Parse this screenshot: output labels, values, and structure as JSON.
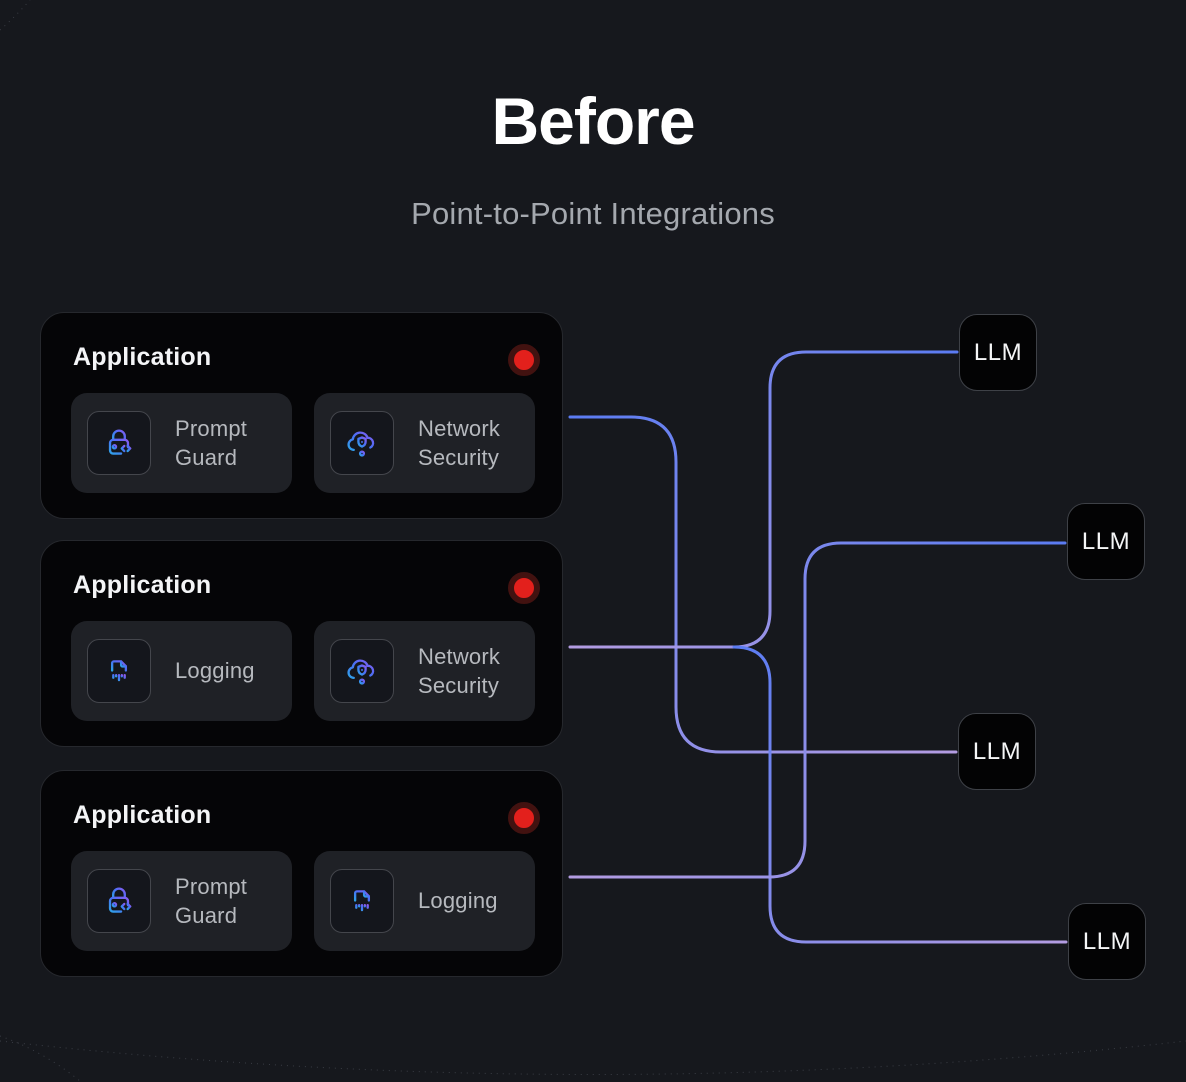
{
  "header": {
    "title": "Before",
    "subtitle": "Point-to-Point Integrations"
  },
  "cards": [
    {
      "title": "Application",
      "status_color": "#e3201c",
      "services": [
        {
          "icon": "prompt-guard-icon",
          "label": "Prompt Guard"
        },
        {
          "icon": "network-security-icon",
          "label": "Network Security"
        }
      ]
    },
    {
      "title": "Application",
      "status_color": "#e3201c",
      "services": [
        {
          "icon": "logging-icon",
          "label": "Logging"
        },
        {
          "icon": "network-security-icon",
          "label": "Network Security"
        }
      ]
    },
    {
      "title": "Application",
      "status_color": "#e3201c",
      "services": [
        {
          "icon": "prompt-guard-icon",
          "label": "Prompt Guard"
        },
        {
          "icon": "logging-icon",
          "label": "Logging"
        }
      ]
    }
  ],
  "llms": [
    {
      "label": "LLM"
    },
    {
      "label": "LLM"
    },
    {
      "label": "LLM"
    },
    {
      "label": "LLM"
    }
  ],
  "connections": [
    {
      "from": "application-1",
      "to": "llm-3"
    },
    {
      "from": "application-2",
      "to": "llm-1"
    },
    {
      "from": "application-2",
      "to": "llm-4"
    },
    {
      "from": "application-3",
      "to": "llm-2"
    }
  ],
  "colors": {
    "status_red": "#e3201c",
    "line_blue": "#5b7cf3",
    "line_purple": "#b39ce1"
  }
}
